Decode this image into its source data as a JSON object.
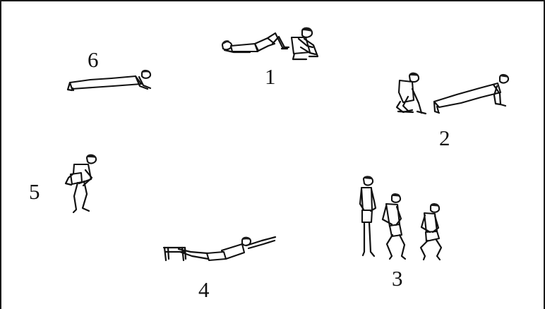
{
  "header": {
    "caption_partial": ""
  },
  "exercises": [
    {
      "number": "1",
      "icon": "situp-figure-icon"
    },
    {
      "number": "2",
      "icon": "squat-thrust-figure-icon"
    },
    {
      "number": "3",
      "icon": "squat-sequence-figure-icon"
    },
    {
      "number": "4",
      "icon": "back-extension-figure-icon"
    },
    {
      "number": "5",
      "icon": "knee-bend-figure-icon"
    },
    {
      "number": "6",
      "icon": "pushup-figure-icon"
    }
  ]
}
